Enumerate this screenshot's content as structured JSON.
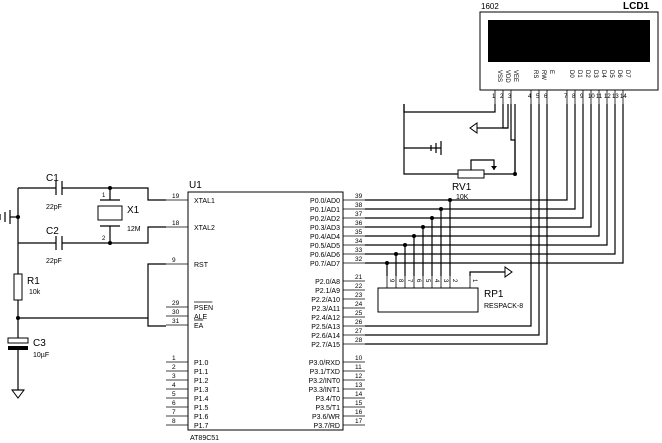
{
  "lcd": {
    "model": "1602",
    "ref": "LCD1",
    "pins": [
      {
        "num": "1",
        "name": "VSS"
      },
      {
        "num": "2",
        "name": "VDD"
      },
      {
        "num": "3",
        "name": "VEE"
      },
      {
        "num": "4",
        "name": "RS"
      },
      {
        "num": "5",
        "name": "RW"
      },
      {
        "num": "6",
        "name": "E"
      },
      {
        "num": "7",
        "name": "D0"
      },
      {
        "num": "8",
        "name": "D1"
      },
      {
        "num": "9",
        "name": "D2"
      },
      {
        "num": "10",
        "name": "D3"
      },
      {
        "num": "11",
        "name": "D4"
      },
      {
        "num": "12",
        "name": "D5"
      },
      {
        "num": "13",
        "name": "D6"
      },
      {
        "num": "14",
        "name": "D7"
      }
    ]
  },
  "rv1": {
    "ref": "RV1",
    "value": "10K"
  },
  "rp1": {
    "ref": "RP1",
    "value": "RESPACK-8",
    "pins": [
      "9",
      "8",
      "7",
      "6",
      "5",
      "4",
      "3",
      "2",
      "1"
    ]
  },
  "mcu": {
    "ref": "U1",
    "model": "AT89C51",
    "left_pins": [
      {
        "num": "19",
        "name": "XTAL1"
      },
      {
        "num": "18",
        "name": "XTAL2"
      },
      {
        "num": "9",
        "name": "RST"
      },
      {
        "num": "29",
        "name": "PSEN"
      },
      {
        "num": "30",
        "name": "ALE"
      },
      {
        "num": "31",
        "name": "EA"
      },
      {
        "num": "1",
        "name": "P1.0"
      },
      {
        "num": "2",
        "name": "P1.1"
      },
      {
        "num": "3",
        "name": "P1.2"
      },
      {
        "num": "4",
        "name": "P1.3"
      },
      {
        "num": "5",
        "name": "P1.4"
      },
      {
        "num": "6",
        "name": "P1.5"
      },
      {
        "num": "7",
        "name": "P1.6"
      },
      {
        "num": "8",
        "name": "P1.7"
      }
    ],
    "right_pins": [
      {
        "num": "39",
        "name": "P0.0/AD0"
      },
      {
        "num": "38",
        "name": "P0.1/AD1"
      },
      {
        "num": "37",
        "name": "P0.2/AD2"
      },
      {
        "num": "36",
        "name": "P0.3/AD3"
      },
      {
        "num": "35",
        "name": "P0.4/AD4"
      },
      {
        "num": "34",
        "name": "P0.5/AD5"
      },
      {
        "num": "33",
        "name": "P0.6/AD6"
      },
      {
        "num": "32",
        "name": "P0.7/AD7"
      },
      {
        "num": "21",
        "name": "P2.0/A8"
      },
      {
        "num": "22",
        "name": "P2.1/A9"
      },
      {
        "num": "23",
        "name": "P2.2/A10"
      },
      {
        "num": "24",
        "name": "P2.3/A11"
      },
      {
        "num": "25",
        "name": "P2.4/A12"
      },
      {
        "num": "26",
        "name": "P2.5/A13"
      },
      {
        "num": "27",
        "name": "P2.6/A14"
      },
      {
        "num": "28",
        "name": "P2.7/A15"
      },
      {
        "num": "10",
        "name": "P3.0/RXD"
      },
      {
        "num": "11",
        "name": "P3.1/TXD"
      },
      {
        "num": "12",
        "name": "P3.2/INT0"
      },
      {
        "num": "13",
        "name": "P3.3/INT1"
      },
      {
        "num": "14",
        "name": "P3.4/T0"
      },
      {
        "num": "15",
        "name": "P3.5/T1"
      },
      {
        "num": "16",
        "name": "P3.6/WR"
      },
      {
        "num": "17",
        "name": "P3.7/RD"
      }
    ]
  },
  "c1": {
    "ref": "C1",
    "value": "22pF"
  },
  "c2": {
    "ref": "C2",
    "value": "22pF"
  },
  "x1": {
    "ref": "X1",
    "value": "12M",
    "pin1": "1",
    "pin2": "2"
  },
  "r1": {
    "ref": "R1",
    "value": "10k"
  },
  "c3": {
    "ref": "C3",
    "value": "10µF"
  }
}
